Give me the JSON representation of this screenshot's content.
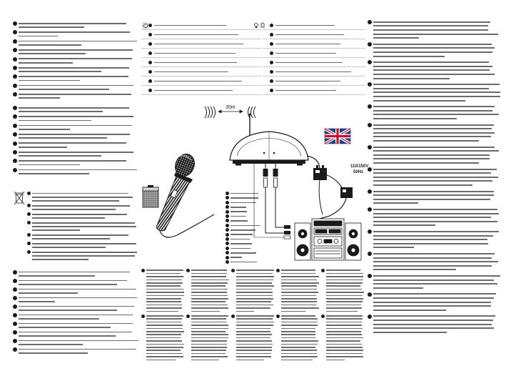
{
  "diagram": {
    "distance_label": "30m",
    "voltage_label": "110/150V",
    "frequency_label": "50Hz"
  },
  "colors": {
    "ink": "#1a1a1a",
    "text_gray": "#6b6b6b",
    "flag_blue": "#1f3f8f",
    "flag_red": "#c8102e",
    "battery_gray": "#9a9a9a"
  },
  "icons": [
    "microphone-icon",
    "receiver-icon",
    "radio-wave-icon",
    "uk-flag-icon",
    "power-adapter-icon",
    "stereo-system-icon",
    "battery-icon",
    "crossed-bin-icon",
    "light-icon",
    "bulb-icon",
    "bullet-marker-icon"
  ]
}
